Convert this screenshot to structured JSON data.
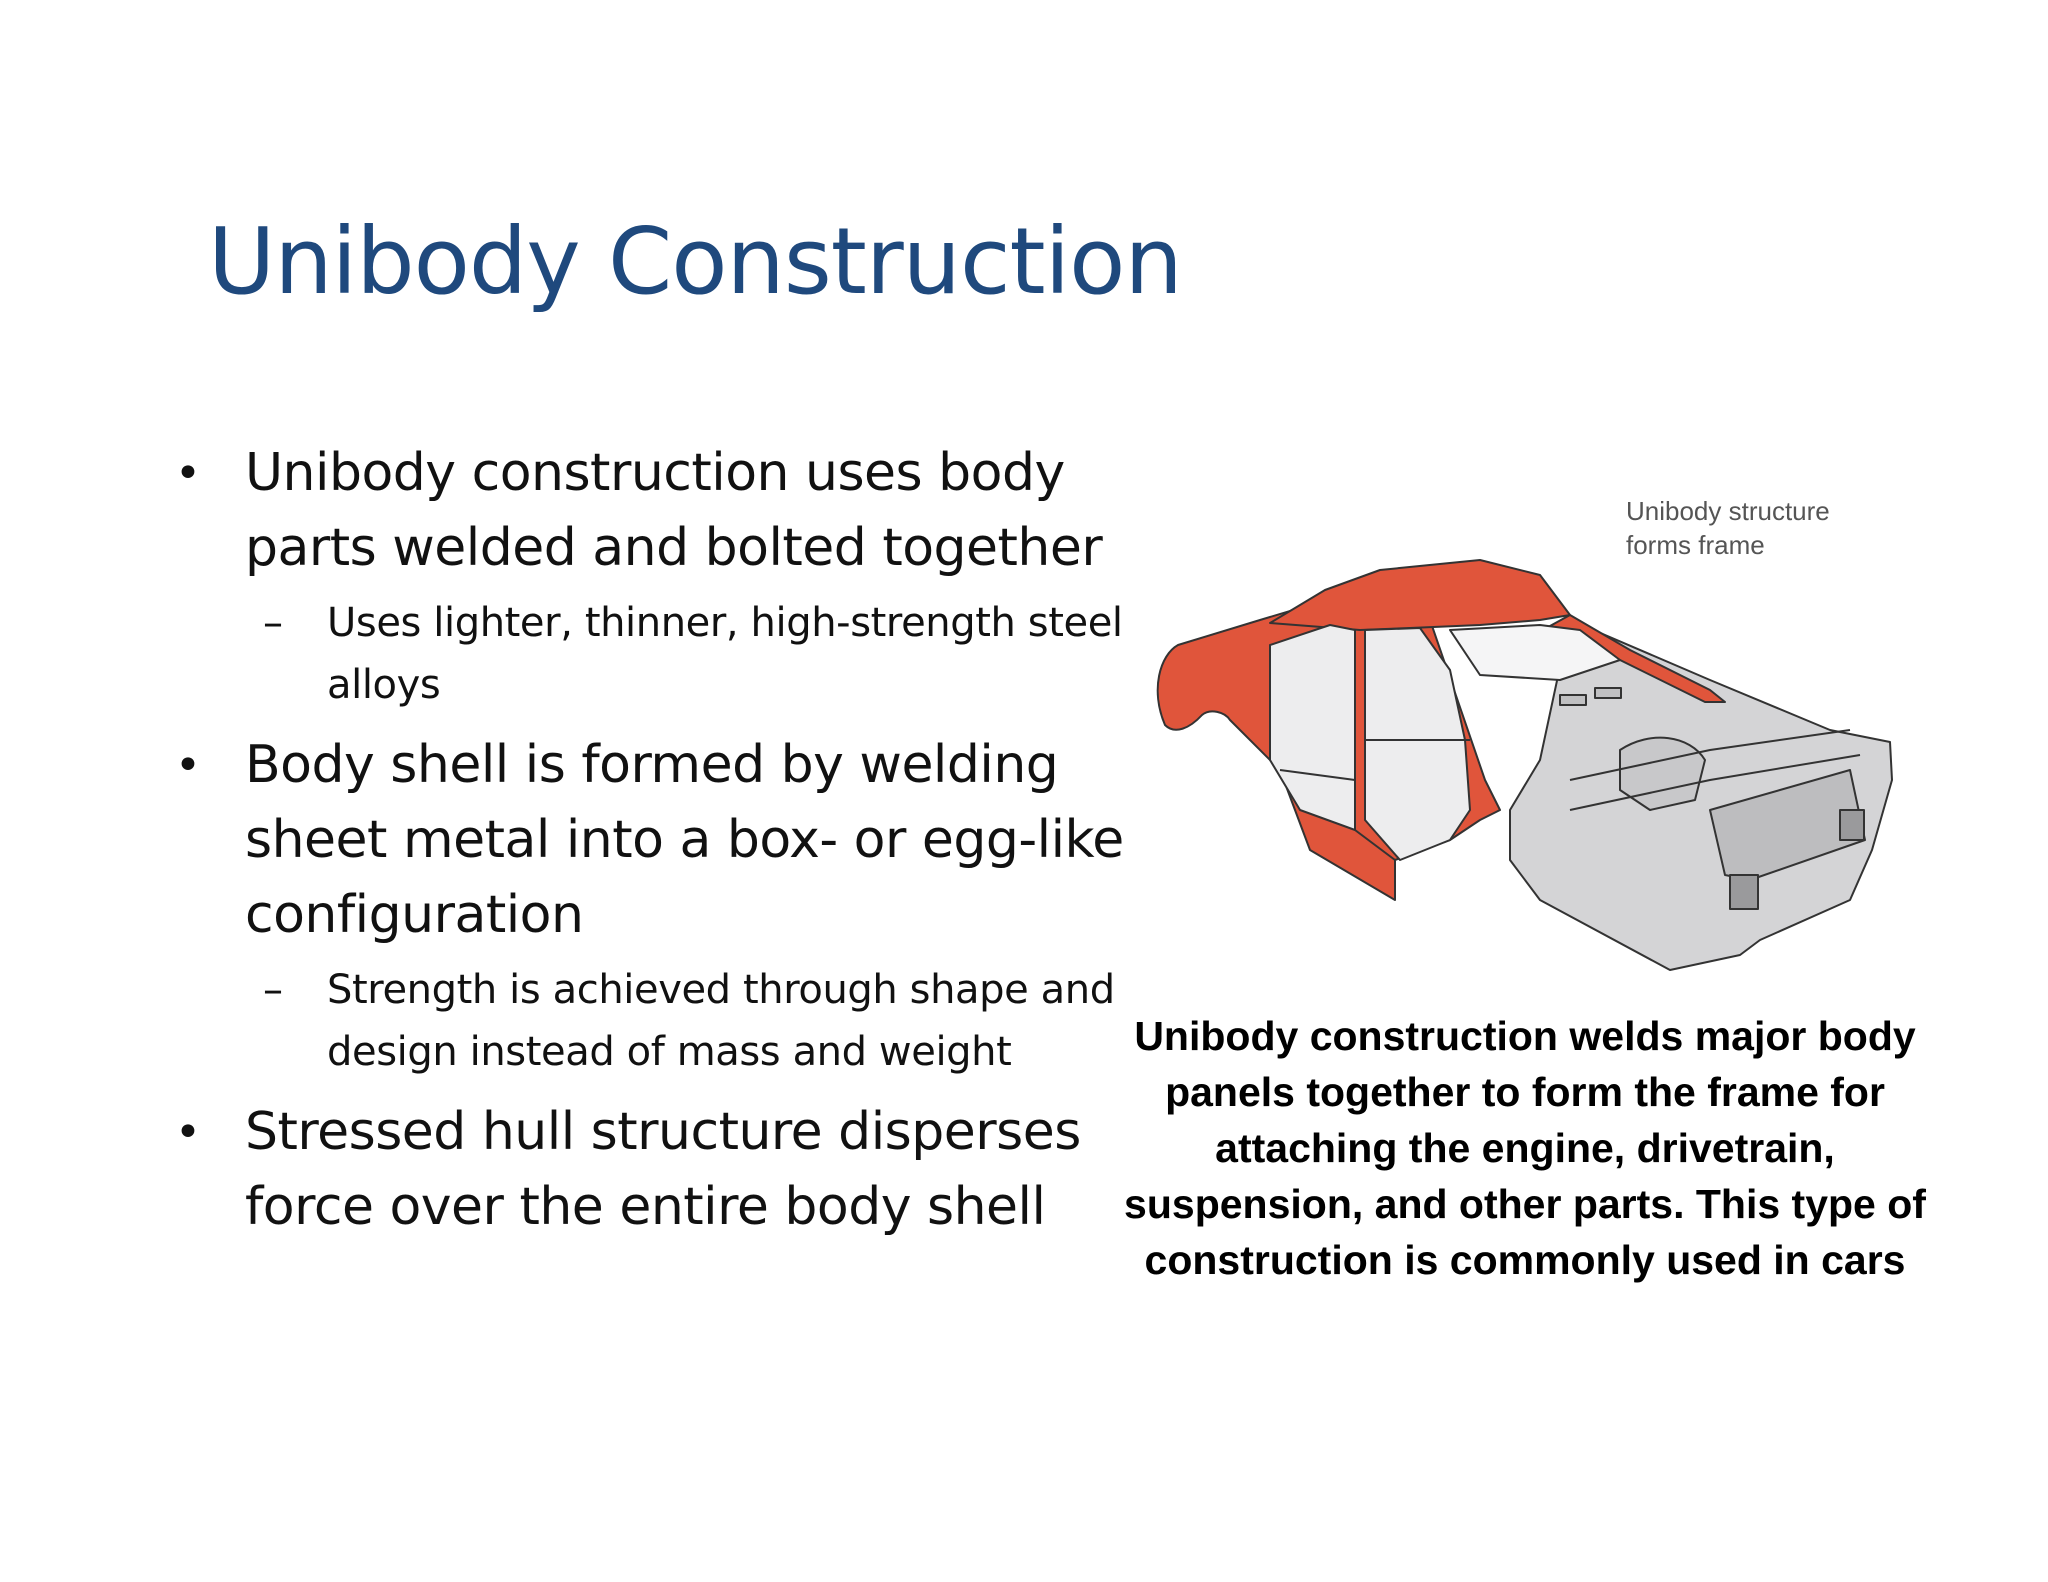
{
  "title": "Unibody Construction",
  "bullets": [
    {
      "level": 1,
      "text": "Unibody construction uses body parts welded and bolted together"
    },
    {
      "level": 2,
      "text": "Uses lighter, thinner, high-strength steel alloys"
    },
    {
      "level": 1,
      "text": "Body shell is formed by welding sheet metal into a box- or egg-like configuration"
    },
    {
      "level": 2,
      "text": "Strength is achieved through shape and design instead of mass and weight"
    },
    {
      "level": 1,
      "text": "Stressed hull structure disperses force over the entire body shell"
    }
  ],
  "bullet_marks": {
    "level1": "•",
    "level2": "–"
  },
  "figure": {
    "label_line1": "Unibody structure",
    "label_line2": "forms frame",
    "caption": "Unibody construction welds major body panels together to form the frame for attaching the engine, drivetrain, suspension, and other parts. This type of construction is commonly used in cars"
  },
  "colors": {
    "title": "#1F497D",
    "body_red": "#E0553B",
    "body_gray": "#D4D4D6",
    "outline": "#333333"
  }
}
